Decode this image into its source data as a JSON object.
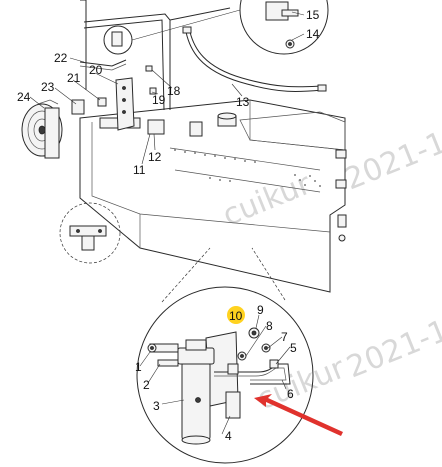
{
  "callouts": [
    "15",
    "14",
    "22",
    "20",
    "21",
    "23",
    "24",
    "19",
    "18",
    "13",
    "12",
    "11",
    "10",
    "9",
    "8",
    "7",
    "5",
    "6",
    "1",
    "2",
    "3",
    "4"
  ],
  "watermarks": [
    "cuikur",
    "2021-1",
    "cuikur",
    "2021-1"
  ],
  "colors": {
    "highlight": "#ffd21f",
    "arrow": "#e0322d",
    "line": "#2a2a2a"
  },
  "highlighted_callout": "10"
}
